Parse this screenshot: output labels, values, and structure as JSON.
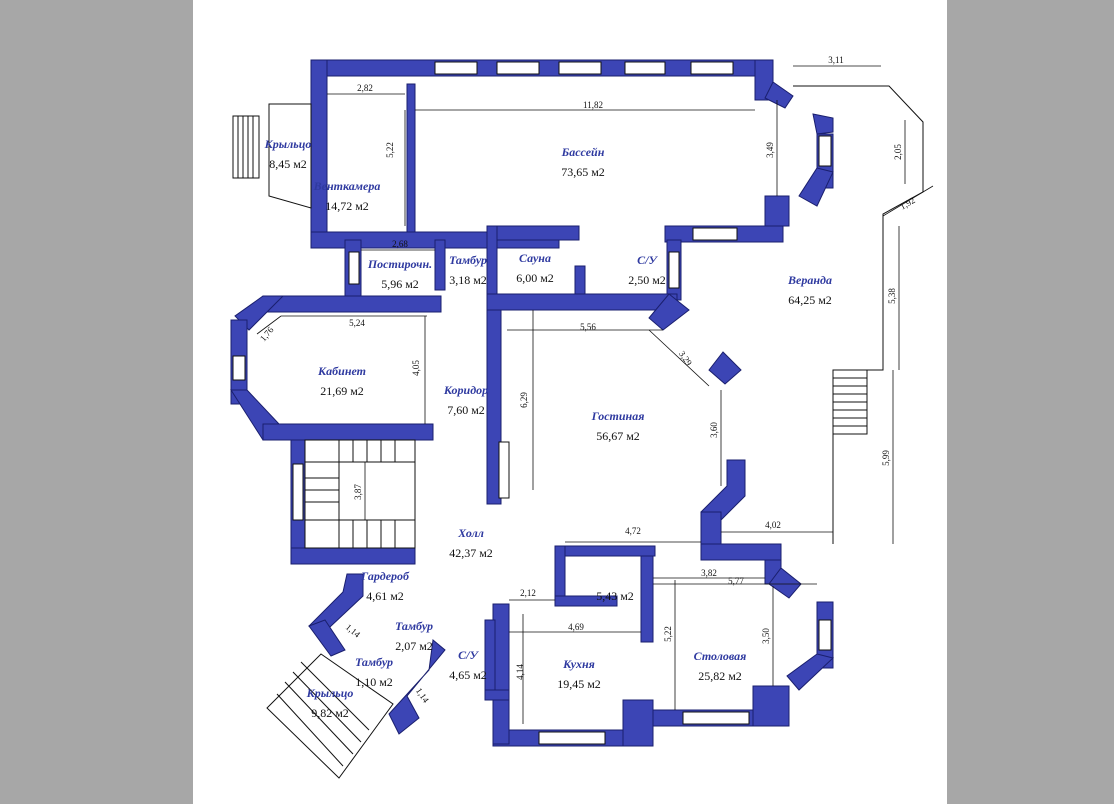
{
  "sheet_color": "#ffffff",
  "background_color": "#a7a7a7",
  "wall_color": "#3c45b5",
  "label_color": "#2f3aa0",
  "rooms": [
    {
      "id": "krylco-top",
      "name": "Крыльцо",
      "area": "8,45 м2"
    },
    {
      "id": "ventkamera",
      "name": "Венткамера",
      "area": "14,72 м2"
    },
    {
      "id": "basseyn",
      "name": "Бассейн",
      "area": "73,65 м2"
    },
    {
      "id": "postirochn",
      "name": "Постирочн.",
      "area": "5,96 м2"
    },
    {
      "id": "tambur-1",
      "name": "Тамбур",
      "area": "3,18 м2"
    },
    {
      "id": "sauna",
      "name": "Сауна",
      "area": "6,00 м2"
    },
    {
      "id": "su-1",
      "name": "С/У",
      "area": "2,50 м2"
    },
    {
      "id": "veranda",
      "name": "Веранда",
      "area": "64,25 м2"
    },
    {
      "id": "kabinet",
      "name": "Кабинет",
      "area": "21,69 м2"
    },
    {
      "id": "koridor",
      "name": "Коридор",
      "area": "7,60 м2"
    },
    {
      "id": "gostinaya",
      "name": "Гостиная",
      "area": "56,67 м2"
    },
    {
      "id": "holl",
      "name": "Холл",
      "area": "42,37 м2"
    },
    {
      "id": "garderob",
      "name": "Гардероб",
      "area": "4,61 м2"
    },
    {
      "id": "tambur-2",
      "name": "Тамбур",
      "area": "2,07 м2"
    },
    {
      "id": "tambur-3",
      "name": "Тамбур",
      "area": "1,10 м2"
    },
    {
      "id": "krylco-bottom",
      "name": "Крыльцо",
      "area": "9,82 м2"
    },
    {
      "id": "su-2",
      "name": "С/У",
      "area": "4,65 м2"
    },
    {
      "id": "pantry",
      "name": "",
      "area": "5,43 м2"
    },
    {
      "id": "kuhnya",
      "name": "Кухня",
      "area": "19,45 м2"
    },
    {
      "id": "stolovaya",
      "name": "Столовая",
      "area": "25,82 м2"
    }
  ],
  "dimensions": [
    "2,82",
    "11,82",
    "5,22",
    "3,49",
    "3,11",
    "2,05",
    "1,92",
    "2,68",
    "5,38",
    "5,24",
    "1,76",
    "4,05",
    "5,56",
    "3,29",
    "6,29",
    "3,60",
    "3,87",
    "4,72",
    "4,02",
    "5,99",
    "3,82",
    "5,77",
    "2,12",
    "4,69",
    "5,22",
    "3,50",
    "1,14",
    "4,14",
    "1,14"
  ]
}
